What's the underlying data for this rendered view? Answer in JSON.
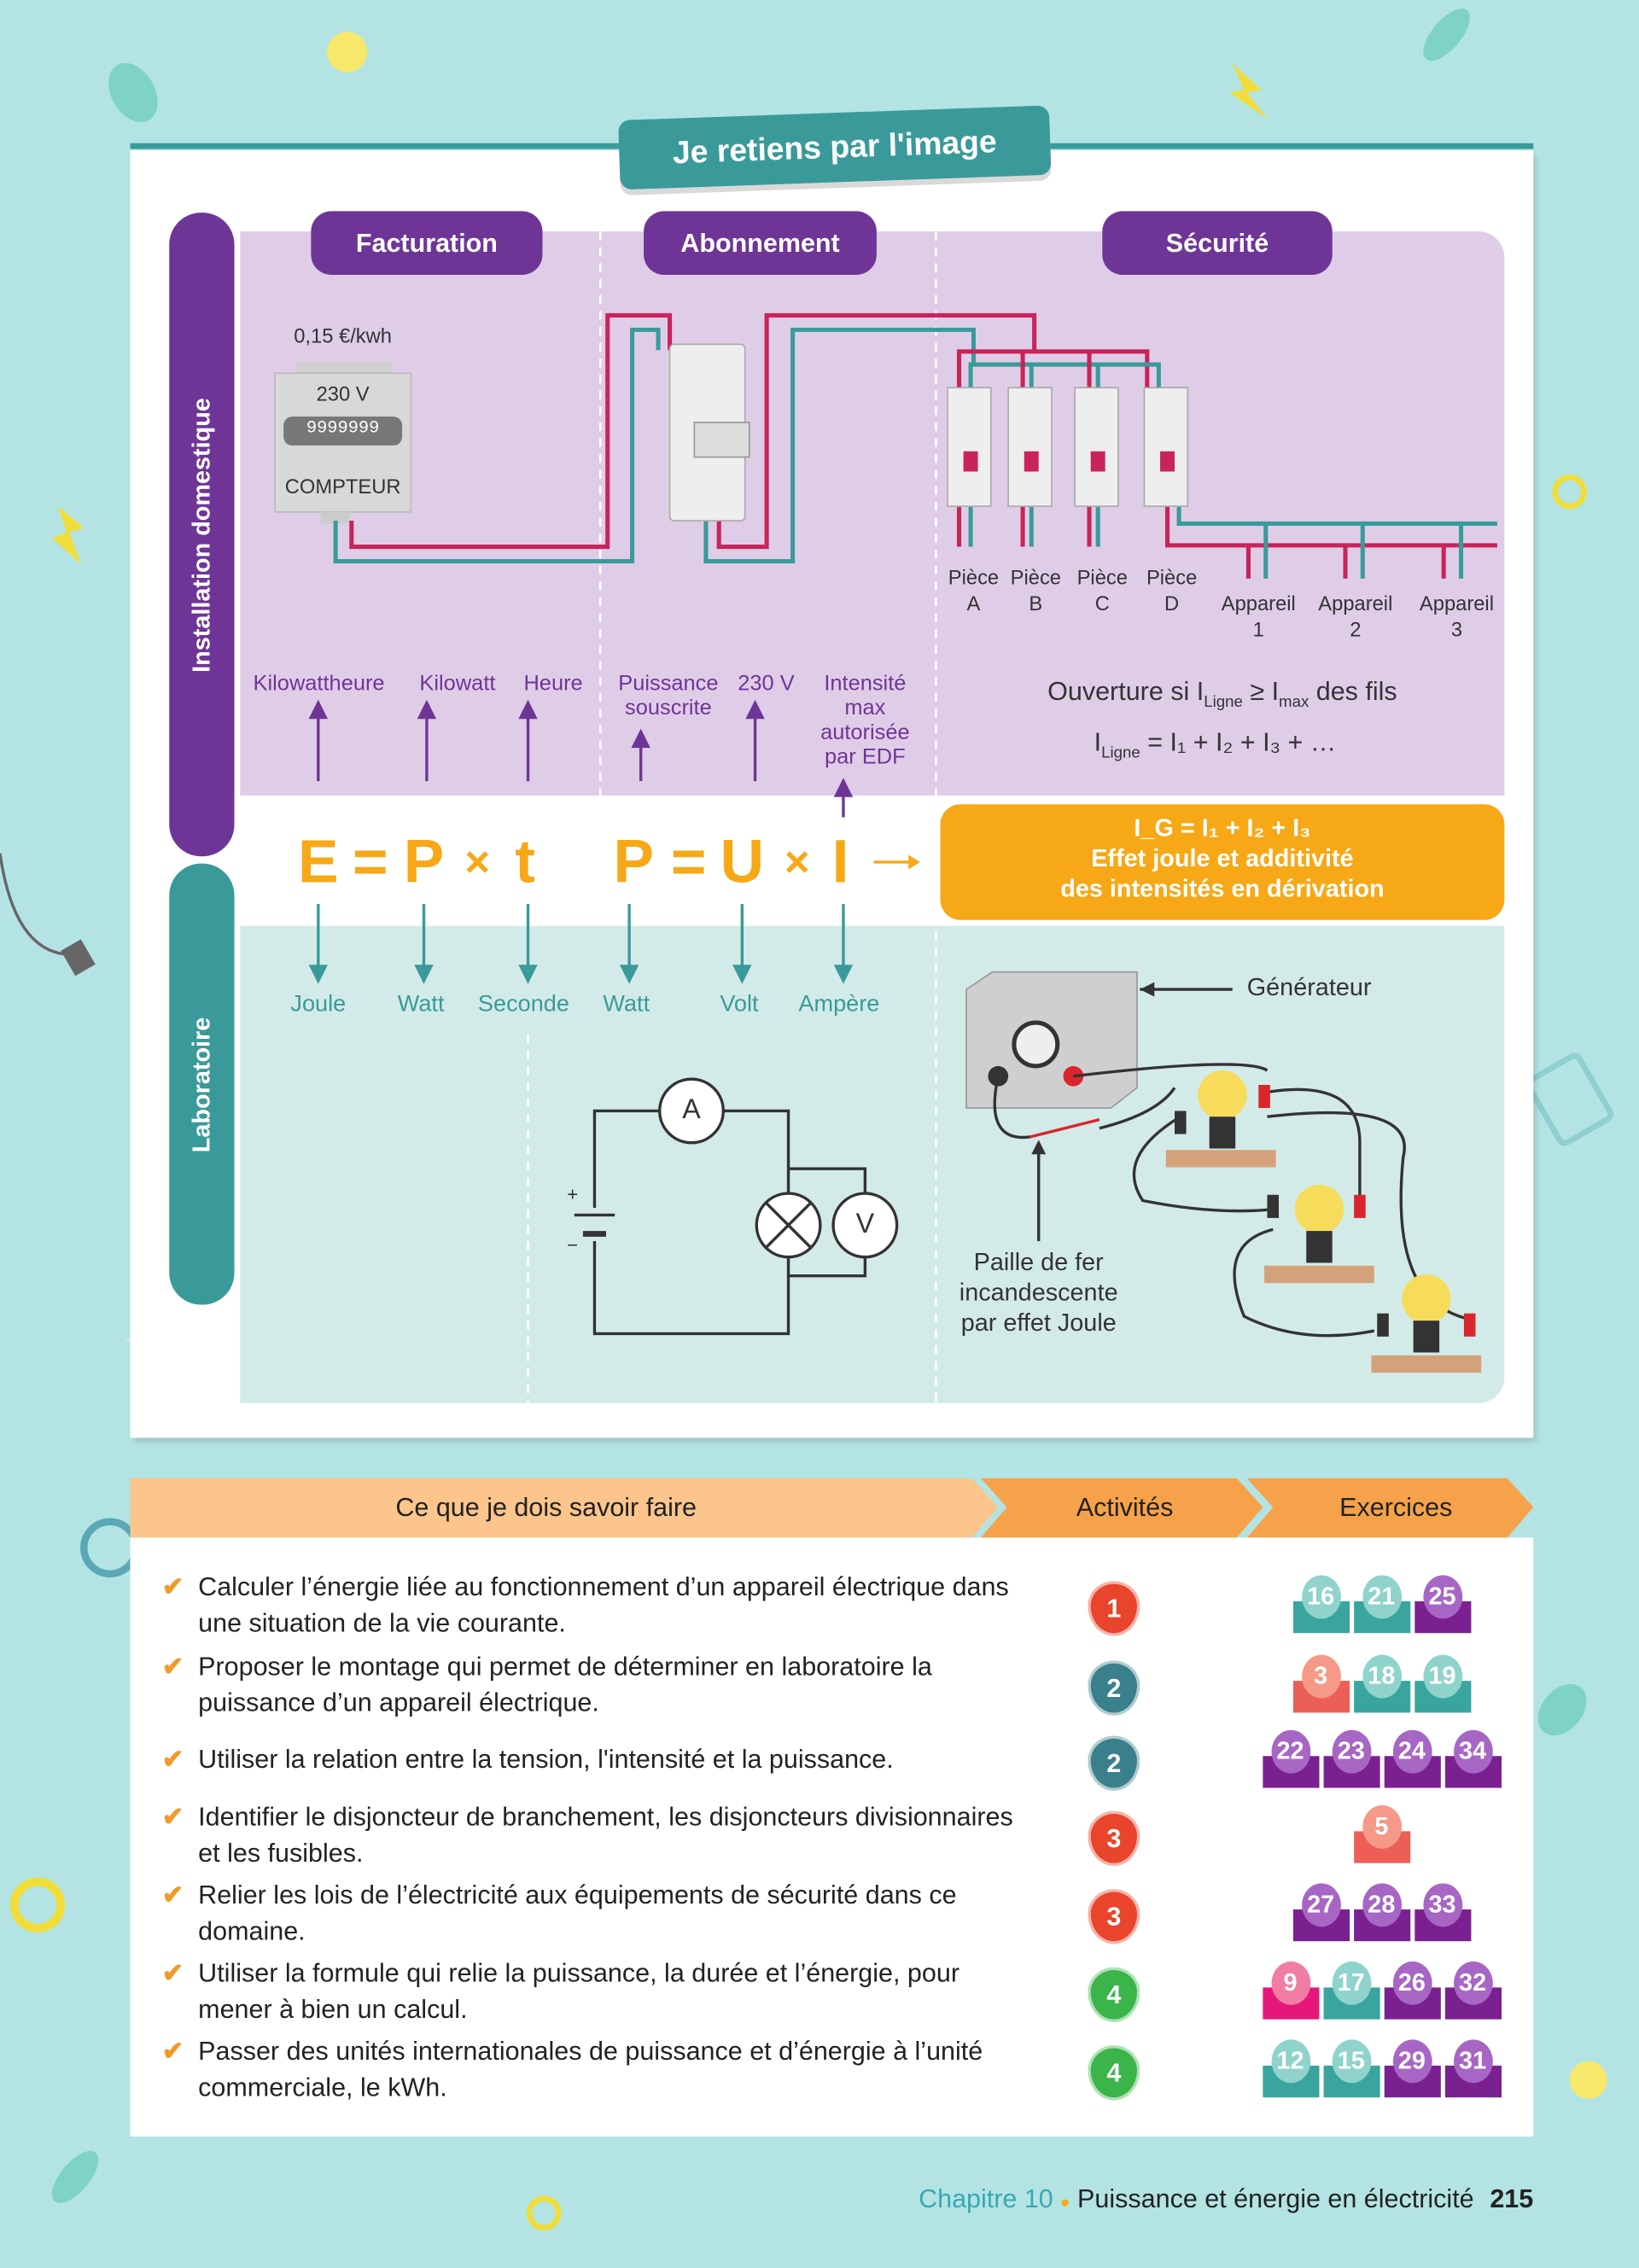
{
  "title": "Je retiens par l'image",
  "side_labels": {
    "installation": "Installation domestique",
    "laboratoire": "Laboratoire"
  },
  "pills": {
    "facturation": "Facturation",
    "abonnement": "Abonnement",
    "securite": "Sécurité"
  },
  "meter": {
    "price": "0,15 €/kwh",
    "voltage": "230 V",
    "digits": "9999999",
    "label": "COMPTEUR"
  },
  "pieces": [
    {
      "l1": "Pièce",
      "l2": "A"
    },
    {
      "l1": "Pièce",
      "l2": "B"
    },
    {
      "l1": "Pièce",
      "l2": "C"
    },
    {
      "l1": "Pièce",
      "l2": "D"
    }
  ],
  "appareils": [
    {
      "l1": "Appareil",
      "l2": "1"
    },
    {
      "l1": "Appareil",
      "l2": "2"
    },
    {
      "l1": "Appareil",
      "l2": "3"
    }
  ],
  "upper_units": [
    "Kilowattheure",
    "Kilowatt",
    "Heure",
    "Puissance\nsouscrite",
    "230 V",
    "Intensité\nmax\nautorisée\npar EDF"
  ],
  "securite": {
    "ouverture": "Ouverture si I",
    "ligne_sub": "Ligne",
    "geq": " ≥ I",
    "max_sub": "max",
    "fils": " des fils",
    "sum_i": "I",
    "sum_rest": " = I₁ + I₂ + I₃ + …"
  },
  "formula1": [
    "E",
    "=",
    "P",
    "×",
    "t"
  ],
  "formula2": [
    "P",
    "=",
    "U",
    "×",
    "I"
  ],
  "arrow": "⟶",
  "orange_box": {
    "line1": "I_G = I₁ + I₂ + I₃",
    "line2": "Effet joule et additivité",
    "line3": "des intensités en dérivation"
  },
  "lower_units": [
    "Joule",
    "Watt",
    "Seconde",
    "Watt",
    "Volt",
    "Ampère"
  ],
  "circuit": {
    "ammeter": "A",
    "voltmeter": "V",
    "plus": "+",
    "minus": "−"
  },
  "lab": {
    "generateur": "Générateur",
    "paille": [
      "Paille de fer",
      "incandescente",
      "par effet Joule"
    ]
  },
  "table": {
    "headers": {
      "savoir": "Ce que je dois savoir faire",
      "activites": "Activités",
      "exercices": "Exercices"
    },
    "check": "✔",
    "rows": [
      {
        "text": "Calculer l’énergie liée au fonctionnement d’un appareil électrique dans une situation de la vie courante.",
        "activity": "1",
        "act_color": "#e8452c",
        "exercises": [
          {
            "n": "16",
            "c": "teal"
          },
          {
            "n": "21",
            "c": "teal"
          },
          {
            "n": "25",
            "c": "purple"
          }
        ]
      },
      {
        "text": "Proposer le montage qui permet de déterminer en laboratoire la puissance d’un appareil électrique.",
        "activity": "2",
        "act_color": "#3a7f8c",
        "exercises": [
          {
            "n": "3",
            "c": "salmon"
          },
          {
            "n": "18",
            "c": "teal"
          },
          {
            "n": "19",
            "c": "teal"
          }
        ]
      },
      {
        "text": "Utiliser la relation entre la tension, l'intensité et la puissance.",
        "activity": "2",
        "act_color": "#3a7f8c",
        "exercises": [
          {
            "n": "22",
            "c": "purple"
          },
          {
            "n": "23",
            "c": "purple"
          },
          {
            "n": "24",
            "c": "purple"
          },
          {
            "n": "34",
            "c": "purple"
          }
        ]
      },
      {
        "text": "Identifier le disjoncteur de branchement, les disjoncteurs divisionnaires et les fusibles.",
        "activity": "3",
        "act_color": "#e8452c",
        "exercises": [
          {
            "n": "5",
            "c": "salmon"
          }
        ]
      },
      {
        "text": "Relier les lois de l’électricité aux équipements de sécurité dans ce domaine.",
        "activity": "3",
        "act_color": "#e8452c",
        "exercises": [
          {
            "n": "27",
            "c": "purple"
          },
          {
            "n": "28",
            "c": "purple"
          },
          {
            "n": "33",
            "c": "purple"
          }
        ]
      },
      {
        "text": "Utiliser la formule qui relie la puissance, la durée et l’énergie, pour mener à bien un calcul.",
        "activity": "4",
        "act_color": "#3bb44a",
        "exercises": [
          {
            "n": "9",
            "c": "pink"
          },
          {
            "n": "17",
            "c": "teal"
          },
          {
            "n": "26",
            "c": "purple"
          },
          {
            "n": "32",
            "c": "purple"
          }
        ]
      },
      {
        "text": "Passer des unités internationales de puissance et d’énergie à l’unité commerciale, le kWh.",
        "activity": "4",
        "act_color": "#3bb44a",
        "exercises": [
          {
            "n": "12",
            "c": "teal"
          },
          {
            "n": "15",
            "c": "teal"
          },
          {
            "n": "29",
            "c": "purple"
          },
          {
            "n": "31",
            "c": "purple"
          }
        ]
      }
    ]
  },
  "footer": {
    "chapter": "Chapitre 10",
    "bullet": "●",
    "subject": "Puissance et énergie en électricité",
    "page": "215"
  },
  "colors": {
    "purple": "#6e3596",
    "teal": "#3a9a9a",
    "orange": "#f6a817",
    "background": "#b3e4e3"
  }
}
